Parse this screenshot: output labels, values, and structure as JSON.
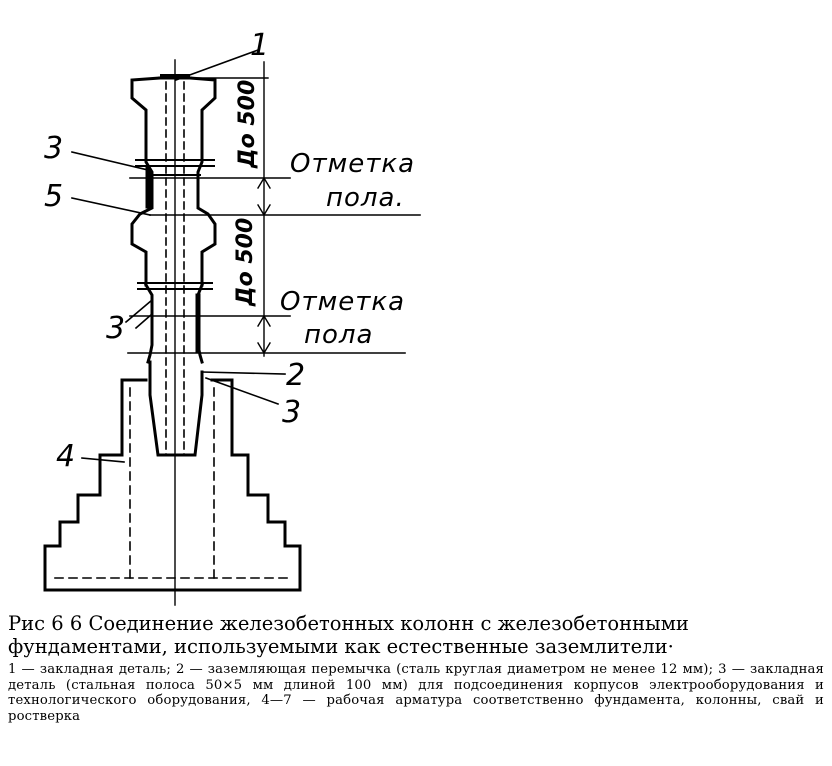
{
  "diagram": {
    "labels": {
      "part_1_top": "1",
      "part_3_upper": "3",
      "part_5": "5",
      "part_3_middle": "3",
      "part_2": "2",
      "part_3_lower": "3",
      "part_4": "4"
    },
    "floor_mark_upper": [
      "Отметка",
      "пола."
    ],
    "floor_mark_lower": [
      "Отметка",
      "пола"
    ],
    "dimension_upper": "До 500",
    "dimension_lower": "До 500"
  },
  "caption": {
    "title": "Рис 6 6 Соединение железобетонных колонн с железобетонными фундаментами, используемыми как естественные заземлители·",
    "legend": "1 — закладная деталь; 2 — заземляющая перемычка (сталь круглая диаметром не менее 12 мм); 3 — закладная деталь (стальная полоса 50×5 мм длиной 100 мм) для подсоединения корпусов электрооборудования и технологического оборудования, 4—7 — рабочая арматура соответственно фундамента, колонны, свай и ростверка"
  }
}
